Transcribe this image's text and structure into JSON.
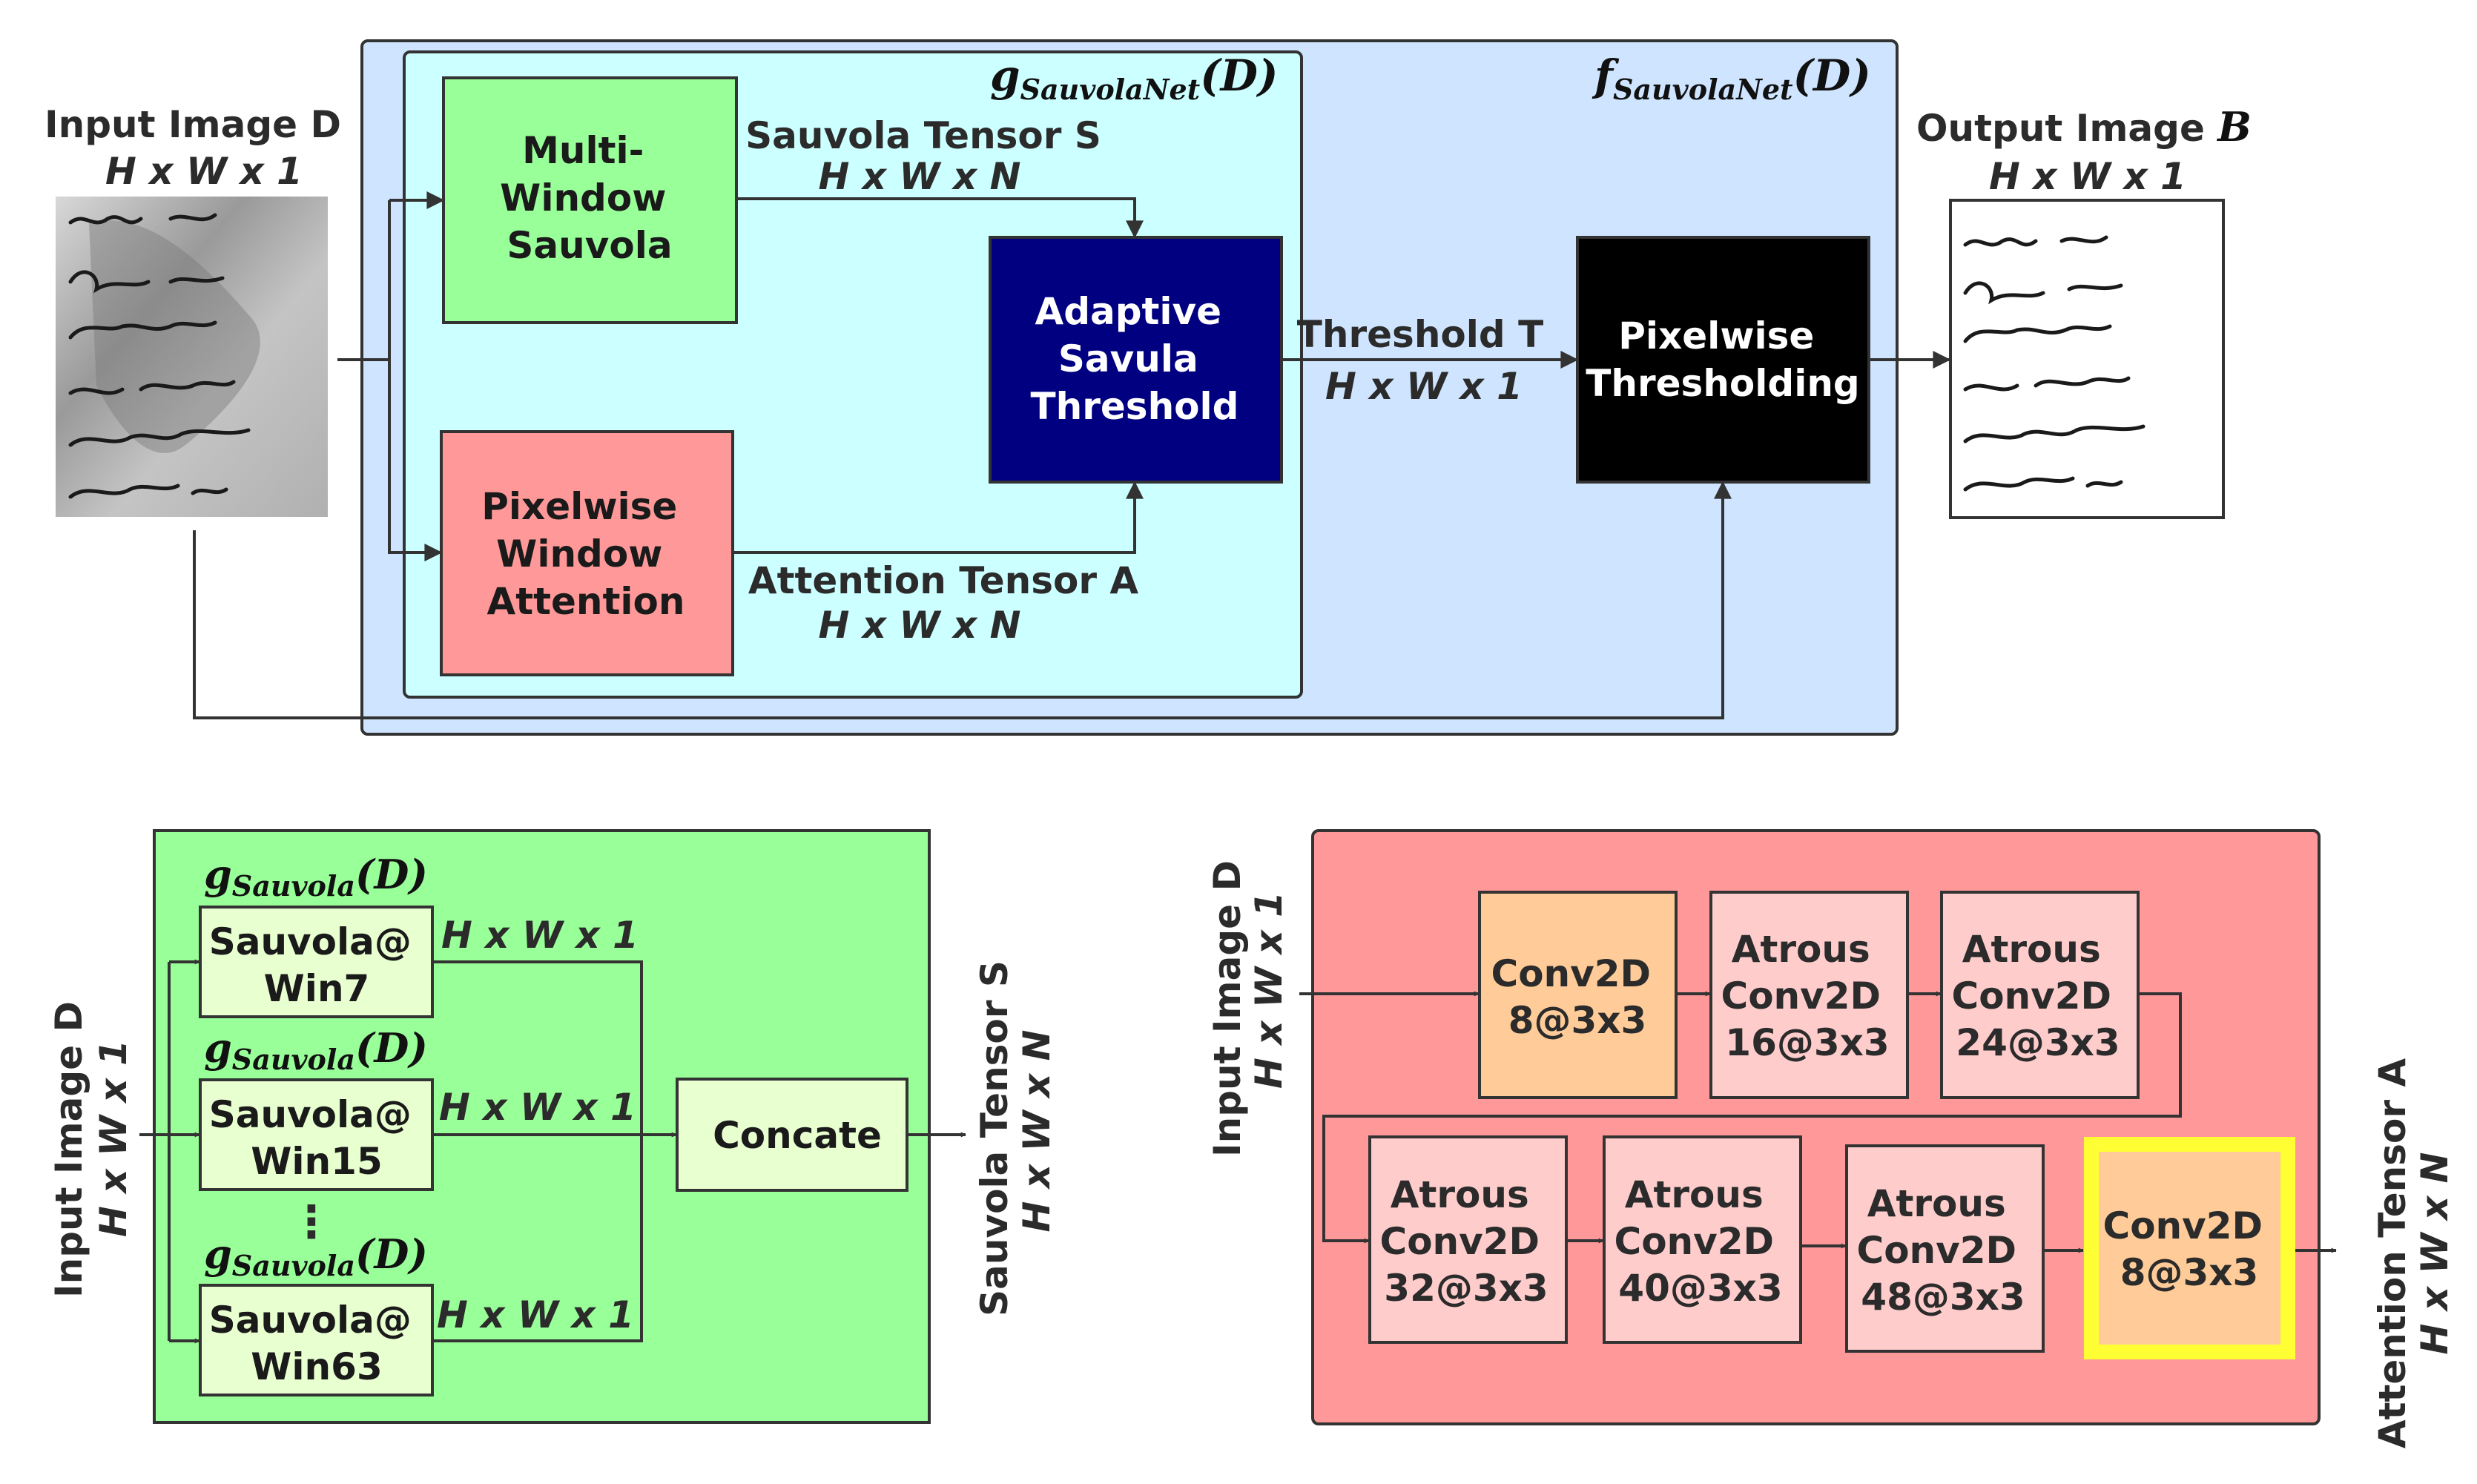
{
  "colors": {
    "outer_bg": "#cfe5ff",
    "inner_bg": "#ccffff",
    "green_box": "#99ff99",
    "red_box": "#ff9999",
    "navy_box": "#000080",
    "black_box": "#000000",
    "pale_green": "#e8ffd0",
    "orange_box": "#ffcc99",
    "pink_box": "#ffcccc",
    "highlight": "#ffff33"
  },
  "top": {
    "input_label": "Input Image D",
    "input_dim": "H x W x 1",
    "output_label": "Output Image",
    "output_symbol": "B",
    "output_dim": "H x W x 1",
    "f_label": "f",
    "f_sub": "SauvolaNet",
    "f_arg": "(D)",
    "g_label": "g",
    "g_sub": "SauvolaNet",
    "g_arg": "(D)",
    "multi_window": [
      "Multi-",
      "Window",
      "Sauvola"
    ],
    "pixelwise_attention": [
      "Pixelwise",
      "Window",
      "Attention"
    ],
    "adaptive_threshold": [
      "Adaptive",
      "Savula",
      "Threshold"
    ],
    "pixelwise_thresholding": [
      "Pixelwise",
      "Thresholding"
    ],
    "sauvola_tensor": "Sauvola Tensor S",
    "sauvola_tensor_dim": "H x W x N",
    "attention_tensor": "Attention Tensor A",
    "attention_tensor_dim": "H x W x N",
    "threshold": "Threshold T",
    "threshold_dim": "H x W x 1"
  },
  "bottom_left": {
    "input_label": "Input Image D",
    "input_dim": "H x W x 1",
    "g_label": "g",
    "g_sub": "Sauvola",
    "g_arg": "(D)",
    "branches": [
      {
        "lines": [
          "Sauvola@",
          "Win7"
        ],
        "dim": "H x W x 1"
      },
      {
        "lines": [
          "Sauvola@",
          "Win15"
        ],
        "dim": "H x W x 1"
      },
      {
        "lines": [
          "Sauvola@",
          "Win63"
        ],
        "dim": "H x W x 1"
      }
    ],
    "dots": "⋮",
    "concat": "Concate",
    "output_label": "Sauvola Tensor S",
    "output_dim": "H x W x N"
  },
  "bottom_right": {
    "input_label": "Input Image D",
    "input_dim": "H x W x 1",
    "row1": [
      {
        "lines": [
          "Conv2D",
          "8@3x3"
        ]
      },
      {
        "lines": [
          "Atrous",
          "Conv2D",
          "16@3x3"
        ]
      },
      {
        "lines": [
          "Atrous",
          "Conv2D",
          "24@3x3"
        ]
      }
    ],
    "row2": [
      {
        "lines": [
          "Atrous",
          "Conv2D",
          "32@3x3"
        ]
      },
      {
        "lines": [
          "Atrous",
          "Conv2D",
          "40@3x3"
        ]
      },
      {
        "lines": [
          "Atrous",
          "Conv2D",
          "48@3x3"
        ]
      },
      {
        "lines": [
          "Conv2D",
          "8@3x3"
        ]
      }
    ],
    "output_label": "Attention Tensor A",
    "output_dim": "H x W x N"
  }
}
